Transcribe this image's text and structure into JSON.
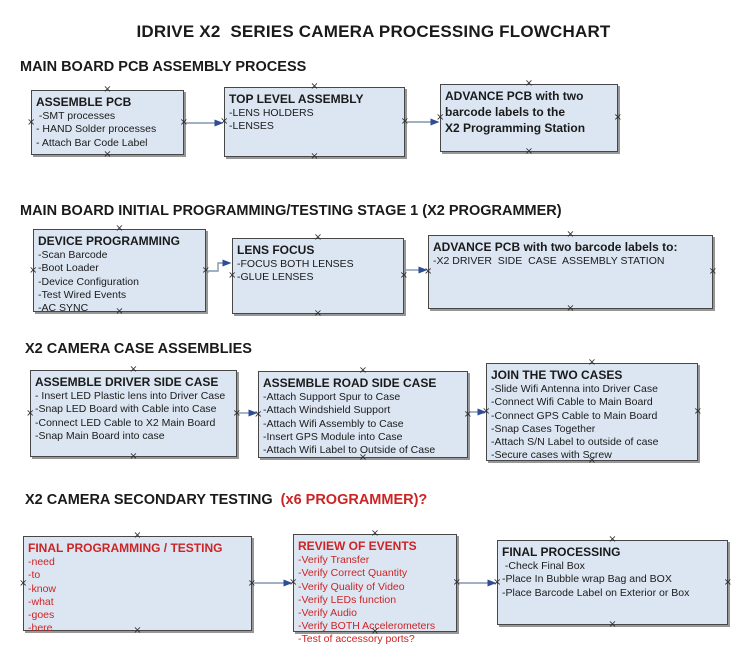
{
  "page": {
    "title": "IDRIVE X2  SERIES CAMERA PROCESSING FLOWCHART"
  },
  "colors": {
    "box_fill": "#dce6f2",
    "box_border": "#474747",
    "red": "#cc2424",
    "arrow_line": "#8496b1",
    "arrow_head": "#2e4d94"
  },
  "marks": {
    "glyph": "×"
  },
  "sections": [
    {
      "header": "MAIN BOARD PCB ASSEMBLY PROCESS",
      "header_suffix": "",
      "boxes": [
        {
          "title": "ASSEMBLE PCB",
          "items": [
            " -SMT processes",
            "- HAND Solder processes",
            "- Attach Bar Code Label"
          ]
        },
        {
          "title": "TOP LEVEL ASSEMBLY",
          "items": [
            "-LENS HOLDERS",
            "-LENSES"
          ]
        },
        {
          "title": "ADVANCE PCB with two\nbarcode labels to the\n X2 Programming Station",
          "items": []
        }
      ]
    },
    {
      "header": "MAIN BOARD INITIAL PROGRAMMING/TESTING STAGE 1 (X2 PROGRAMMER)",
      "header_suffix": "",
      "boxes": [
        {
          "title": "DEVICE PROGRAMMING",
          "items": [
            "-Scan Barcode",
            "-Boot Loader",
            "-Device Configuration",
            "-Test Wired Events",
            "-AC SYNC"
          ]
        },
        {
          "title": "LENS FOCUS",
          "items": [
            "-FOCUS BOTH LENSES",
            "-GLUE LENSES"
          ]
        },
        {
          "title": "ADVANCE PCB with two barcode labels to:",
          "items": [
            "-X2 DRIVER  SIDE  CASE  ASSEMBLY STATION"
          ]
        }
      ]
    },
    {
      "header": "X2 CAMERA CASE ASSEMBLIES",
      "header_suffix": "",
      "boxes": [
        {
          "title": "ASSEMBLE DRIVER SIDE CASE",
          "items": [
            "- Insert LED Plastic lens into Driver Case",
            "-Snap LED Board with Cable into Case",
            "-Connect LED Cable to X2 Main Board",
            "-Snap Main Board into case"
          ]
        },
        {
          "title": "ASSEMBLE ROAD SIDE CASE",
          "items": [
            "-Attach Support Spur to Case",
            "-Attach Windshield Support",
            "-Attach Wifi Assembly to Case",
            "-Insert GPS Module into Case",
            "-Attach Wifi Label to Outside of Case"
          ]
        },
        {
          "title": "JOIN THE TWO CASES",
          "items": [
            "-Slide Wifi Antenna into Driver Case",
            "-Connect Wifi Cable to Main Board",
            "-Connect GPS Cable to Main Board",
            "-Snap Cases Together",
            "-Attach S/N Label to outside of case",
            "-Secure cases with Screw"
          ]
        }
      ]
    },
    {
      "header": "X2 CAMERA SECONDARY TESTING  ",
      "header_suffix": "(x6 PROGRAMMER)?",
      "boxes": [
        {
          "title": "FINAL PROGRAMMING / TESTING",
          "items": [
            "-need",
            "-to",
            "-know",
            "-what",
            "-goes",
            "-here"
          ]
        },
        {
          "title": "REVIEW OF EVENTS",
          "items": [
            "-Verify Transfer",
            "-Verify Correct Quantity",
            "-Verify Quality of Video",
            "-Verify LEDs function",
            "-Verify Audio",
            "-Verify BOTH Accelerometers",
            "-Test of accessory ports?"
          ]
        },
        {
          "title": "FINAL PROCESSING",
          "items": [
            " -Check Final Box",
            "-Place In Bubble wrap Bag and BOX",
            "-Place Barcode Label on Exterior or Box"
          ]
        }
      ]
    }
  ]
}
